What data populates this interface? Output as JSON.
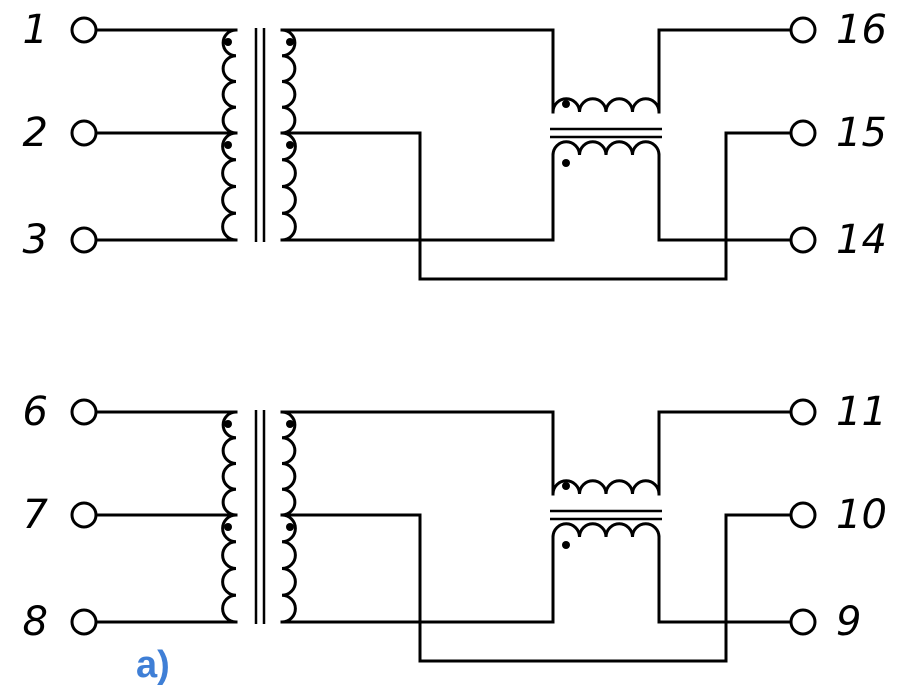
{
  "caption": "a)",
  "caption_color": "#3f7fd6",
  "circuits": [
    {
      "left_pins": [
        "1",
        "2",
        "3"
      ],
      "right_pins": [
        "16",
        "15",
        "14"
      ]
    },
    {
      "left_pins": [
        "6",
        "7",
        "8"
      ],
      "right_pins": [
        "11",
        "10",
        "9"
      ]
    }
  ]
}
